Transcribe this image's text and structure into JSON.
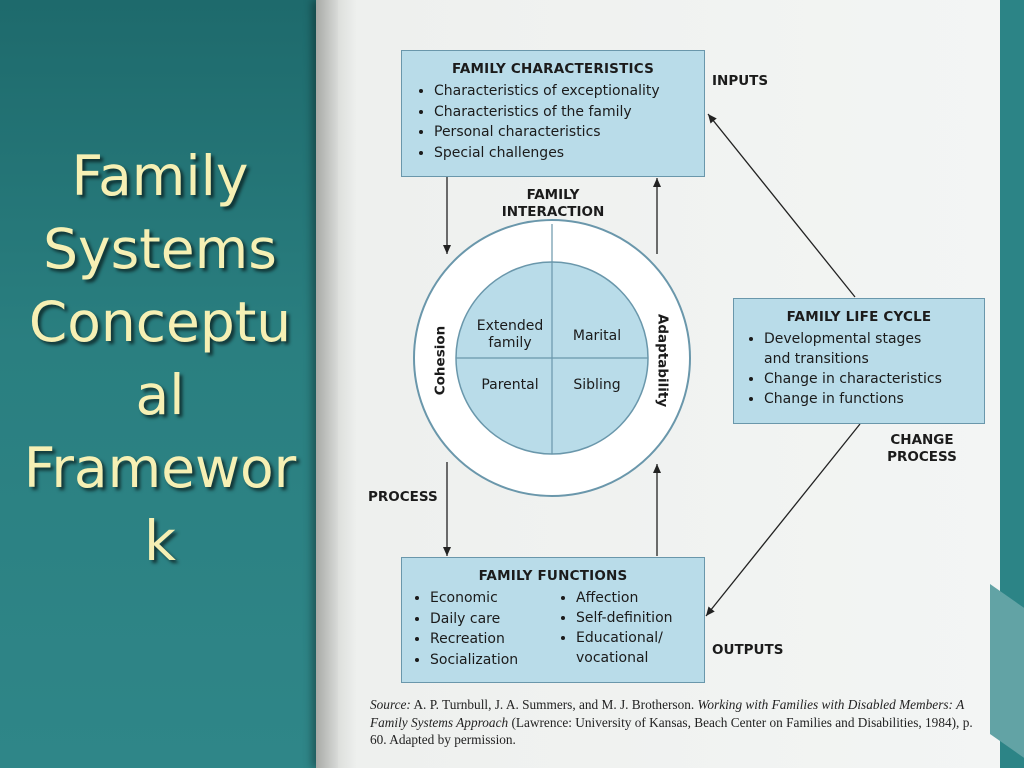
{
  "slide": {
    "title_lines": [
      "Family",
      "Systems",
      "Conceptu",
      "al",
      "Framewor",
      "k"
    ]
  },
  "colors": {
    "background": "#2a7f80",
    "title": "#f6f0b4",
    "box_fill": "#b9dce9",
    "box_border": "#6a97ab"
  },
  "diagram": {
    "characteristics": {
      "title": "FAMILY CHARACTERISTICS",
      "items": [
        "Characteristics of exceptionality",
        "Characteristics of the family",
        "Personal characteristics",
        "Special challenges"
      ]
    },
    "inputs_label": "INPUTS",
    "interaction": {
      "label_line1": "FAMILY",
      "label_line2": "INTERACTION",
      "cohesion": "Cohesion",
      "adaptability": "Adaptability",
      "extended_line1": "Extended",
      "extended_line2": "family",
      "marital": "Marital",
      "parental": "Parental",
      "sibling": "Sibling"
    },
    "life_cycle": {
      "title": "FAMILY LIFE CYCLE",
      "items": [
        "Developmental stages",
        "Change in characteristics",
        "Change in functions"
      ],
      "item0_cont": "and transitions"
    },
    "change_label_line1": "CHANGE",
    "change_label_line2": "PROCESS",
    "process_label": "PROCESS",
    "functions": {
      "title": "FAMILY FUNCTIONS",
      "left_items": [
        "Economic",
        "Daily care",
        "Recreation",
        "Socialization"
      ],
      "right_items": [
        "Affection",
        "Self-definition",
        "Educational/"
      ],
      "right_item2_cont": "vocational"
    },
    "outputs_label": "OUTPUTS"
  },
  "source": {
    "label": "Source:",
    "authors": "A. P. Turnbull, J. A. Summers, and M. J. Brotherson.",
    "book_title": "Working with Families with Disabled Members: A Family Systems Approach",
    "publisher": "(Lawrence: University of Kansas, Beach Center on Families and Disabilities, 1984), p. 60. Adapted by permission."
  }
}
